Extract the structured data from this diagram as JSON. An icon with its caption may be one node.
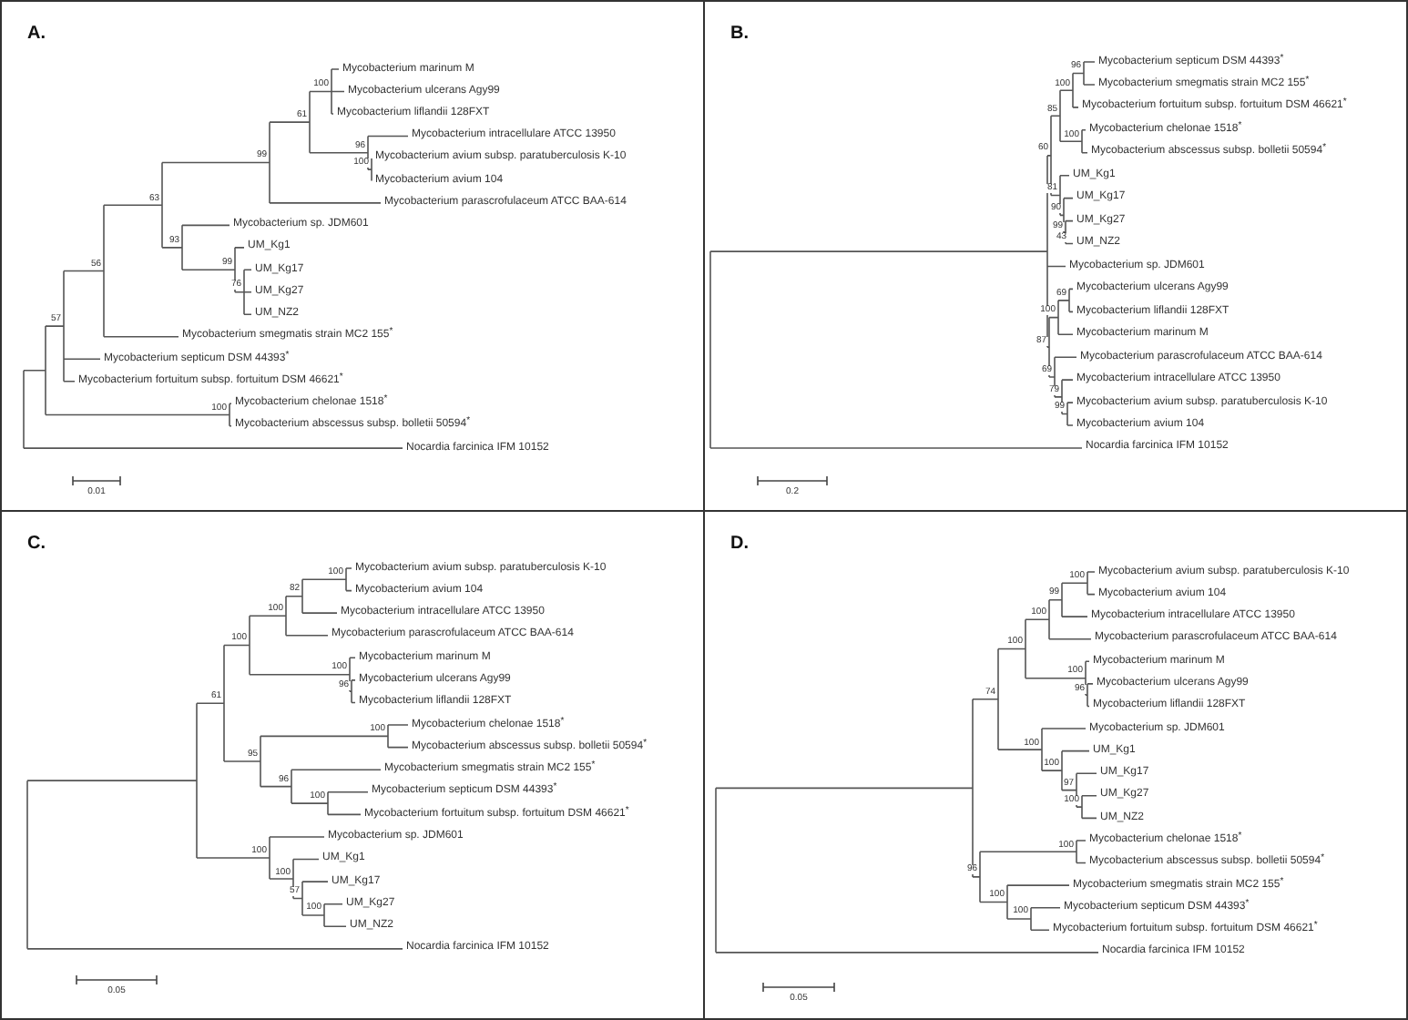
{
  "diagram": {
    "labels": [
      "A.",
      "Mycobacterium marinum M",
      "Mycobacterium ulcerans Agy99",
      "Mycobacterium liflandii 128FXT",
      "Mycobacterium intracellulare ATCC 13950",
      "Mycobacterium avium subsp. paratuberculosis K-10",
      "Mycobacterium avium 104",
      "Mycobacterium parascrofulaceum ATCC BAA-614",
      "Mycobacterium sp. JDM601",
      "UM_Kg1",
      "UM_Kg17",
      "UM_Kg27",
      "UM_NZ2",
      "Mycobacterium smegmatis strain MC2 155$^{*}$",
      "Mycobacterium septicum DSM 44393$^{*}$",
      "Mycobacterium fortuitum subsp. fortuitum DSM 46621$^{*}$",
      "Mycobacterium chelonae 1518$^{*}$",
      "Mycobacterium abscessus subsp. bolletii 50594$^{*}$",
      "Nocardia farcinica IFM 10152",
      "100",
      "61",
      "99",
      "96",
      "100",
      "63",
      "93",
      "56",
      "99",
      "76",
      "57",
      "100",
      "0.01",
      "B.",
      "Mycobacterium septicum DSM 44393$^{*}$",
      "Mycobacterium smegmatis strain MC2 155$^{*}$",
      "Mycobacterium fortuitum subsp. fortuitum DSM 46621$^{*}$",
      "Mycobacterium chelonae 1518$^{*}$",
      "Mycobacterium abscessus subsp. bolletii 50594$^{*}$",
      "UM_Kg1",
      "UM_Kg17",
      "UM_Kg27",
      "UM_NZ2",
      "Mycobacterium sp. JDM601",
      "Mycobacterium ulcerans Agy99",
      "Mycobacterium liflandii 128FXT",
      "Mycobacterium marinum M",
      "Mycobacterium parascrofulaceum ATCC BAA-614",
      "Mycobacterium intracellulare ATCC 13950",
      "Mycobacterium avium subsp. paratuberculosis K-10",
      "Mycobacterium avium 104",
      "Nocardia farcinica IFM 10152",
      "96",
      "100",
      "85",
      "100",
      "60",
      "81",
      "90",
      "99",
      "43",
      "69",
      "100",
      "87",
      "69",
      "79",
      "99",
      "0.2",
      "C.",
      "Mycobacterium avium subsp. paratuberculosis K-10",
      "Mycobacterium avium 104",
      "Mycobacterium intracellulare ATCC 13950",
      "Mycobacterium parascrofulaceum ATCC BAA-614",
      "Mycobacterium marinum M",
      "Mycobacterium ulcerans Agy99",
      "Mycobacterium liflandii 128FXT",
      "Mycobacterium chelonae 1518$^{*}$",
      "Mycobacterium abscessus subsp. bolletii 50594$^{*}$",
      "Mycobacterium smegmatis strain MC2 155$^{*}$",
      "Mycobacterium septicum DSM 44393$^{*}$",
      "Mycobacterium fortuitum subsp. fortuitum DSM 46621$^{*}$",
      "Mycobacterium sp. JDM601",
      "UM_Kg1",
      "UM_Kg17",
      "UM_Kg27",
      "UM_NZ2",
      "Nocardia farcinica IFM 10152",
      "100",
      "82",
      "100",
      "100",
      "100",
      "61",
      "96",
      "100",
      "95",
      "96",
      "100",
      "100",
      "100",
      "57",
      "100",
      "0.05",
      "D.",
      "Mycobacterium avium subsp. paratuberculosis K-10",
      "Mycobacterium avium 104",
      "Mycobacterium intracellulare ATCC 13950",
      "Mycobacterium parascrofulaceum ATCC BAA-614",
      "Mycobacterium marinum M",
      "Mycobacterium ulcerans Agy99",
      "Mycobacterium liflandii 128FXT",
      "Mycobacterium sp. JDM601",
      "UM_Kg1",
      "UM_Kg17",
      "UM_Kg27",
      "UM_NZ2",
      "Mycobacterium chelonae 1518$^{*}$",
      "Mycobacterium abscessus subsp. bolletii 50594$^{*}$",
      "Mycobacterium smegmatis strain MC2 155$^{*}$",
      "Mycobacterium septicum DSM 44393$^{*}$",
      "Mycobacterium fortuitum subsp. fortuitum DSM 46621$^{*}$",
      "Nocardia farcinica IFM 10152",
      "100",
      "99",
      "100",
      "100",
      "100",
      "74",
      "96",
      "100",
      "100",
      "97",
      "100",
      "100",
      "96",
      "100",
      "100",
      "0.05"
    ]
  }
}
